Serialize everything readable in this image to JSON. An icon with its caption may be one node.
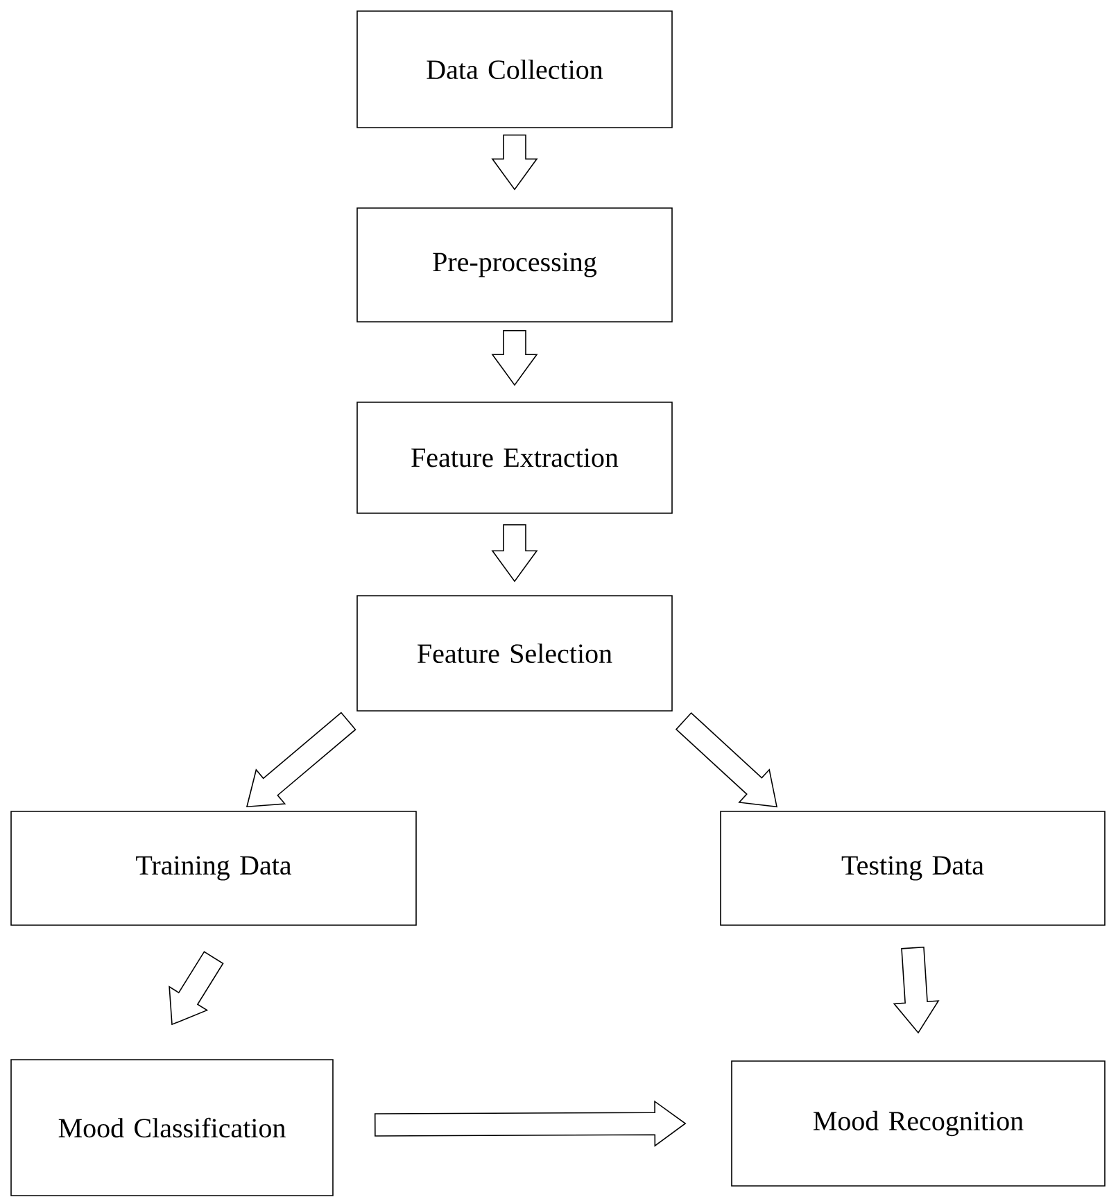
{
  "diagram": {
    "nodes": [
      {
        "text": [
          "Data Collection"
        ]
      },
      {
        "text": [
          "Pre-processing"
        ]
      },
      {
        "text": [
          "Feature Extraction"
        ]
      },
      {
        "text": [
          "Feature Selection"
        ]
      },
      {
        "text": [
          "Training Data"
        ]
      },
      {
        "text": [
          "Testing Data"
        ]
      },
      {
        "text": [
          "Mood Classification"
        ]
      },
      {
        "text": [
          "Mood Recognition"
        ]
      }
    ],
    "edges": [
      {
        "from": 0,
        "to": 1,
        "arrow": "to"
      },
      {
        "from": 1,
        "to": 2,
        "arrow": "to"
      },
      {
        "from": 2,
        "to": 3,
        "arrow": "to"
      },
      {
        "from": 3,
        "to": 4,
        "arrow": "to"
      },
      {
        "from": 3,
        "to": 5,
        "arrow": "to"
      },
      {
        "from": 4,
        "to": 6,
        "arrow": "to"
      },
      {
        "from": 5,
        "to": 7,
        "arrow": "to"
      },
      {
        "from": 6,
        "to": 7,
        "arrow": "to"
      }
    ]
  }
}
